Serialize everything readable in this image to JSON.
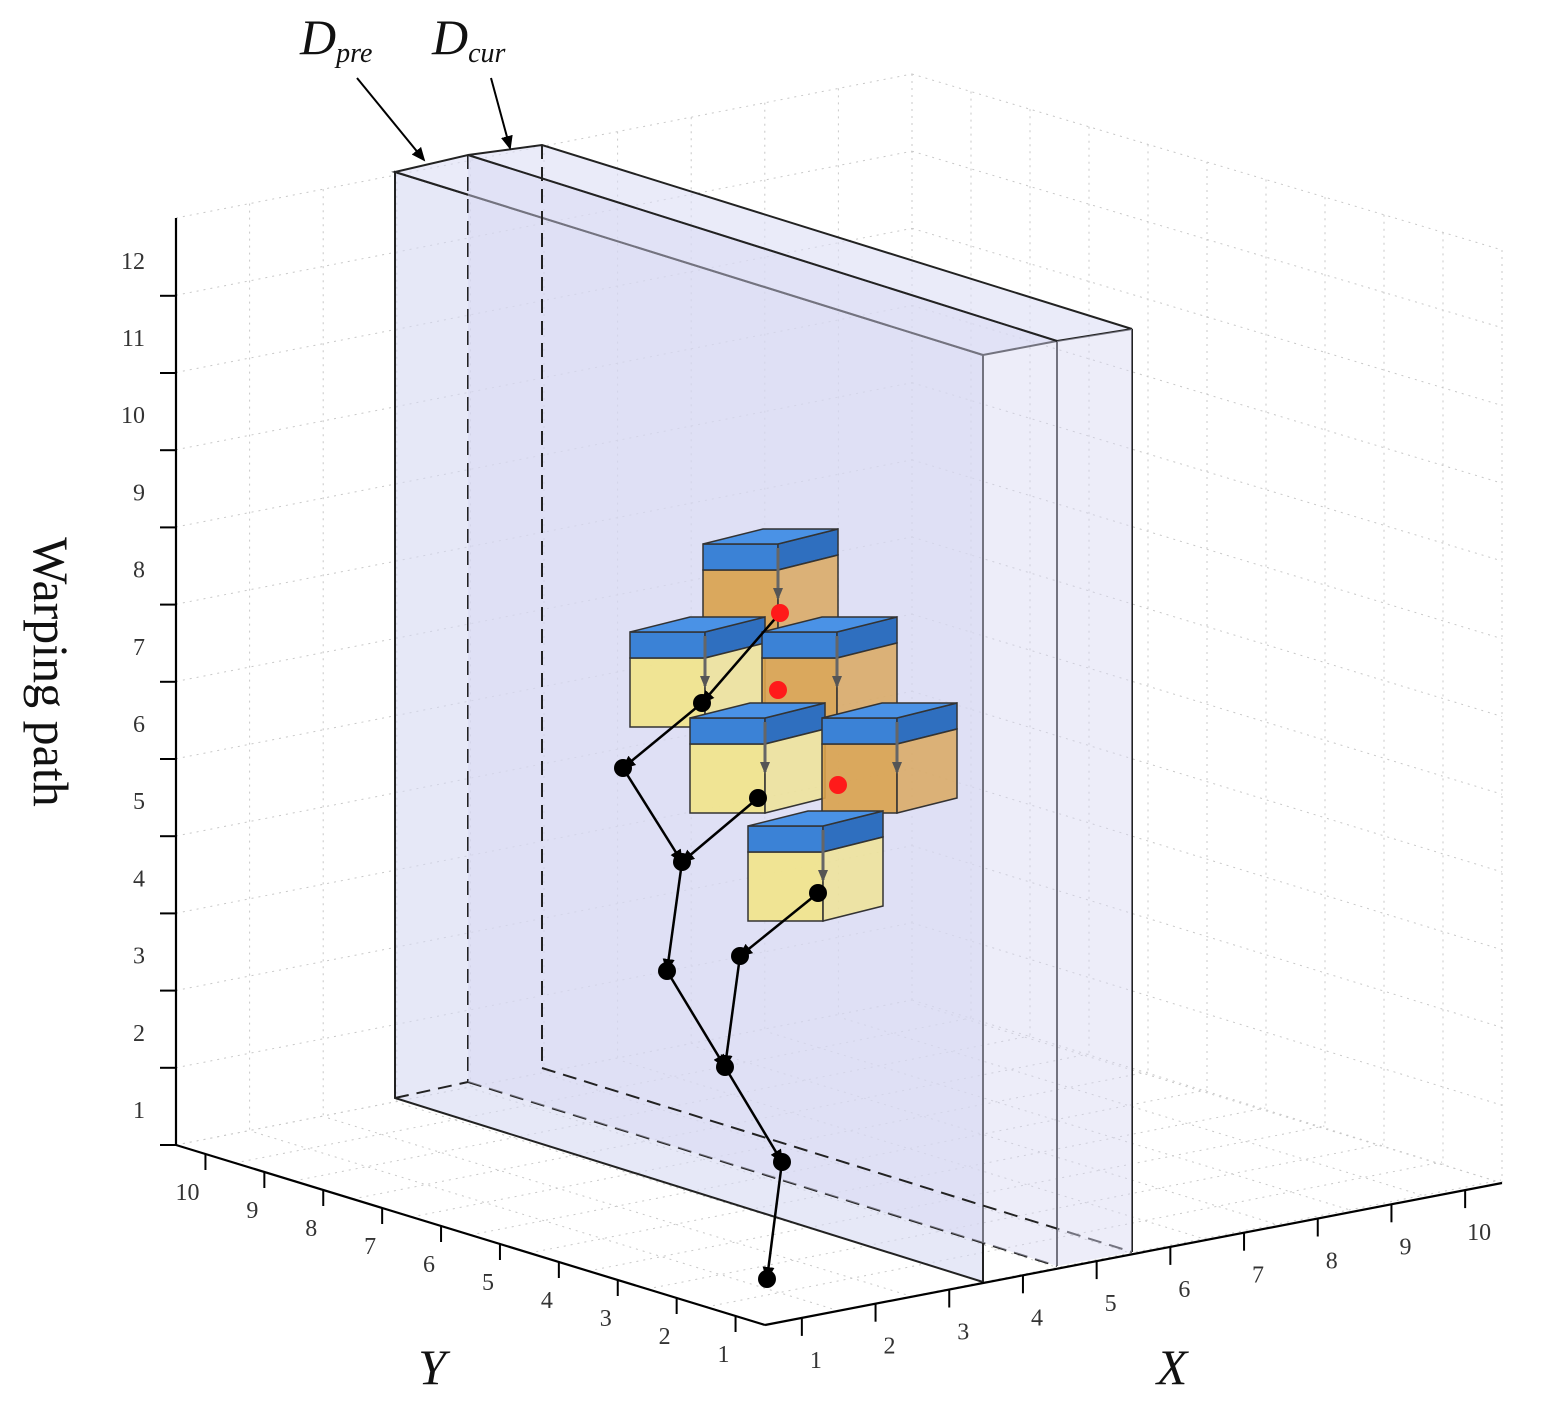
{
  "labels": {
    "d_pre_main": "D",
    "d_pre_sub": "pre",
    "d_cur_main": "D",
    "d_cur_sub": "cur",
    "z_axis": "Warping path",
    "x_axis": "X",
    "y_axis": "Y"
  },
  "z_ticks": [
    "1",
    "2",
    "3",
    "4",
    "5",
    "6",
    "7",
    "8",
    "9",
    "10",
    "11",
    "12"
  ],
  "y_ticks": [
    "10",
    "9",
    "8",
    "7",
    "6",
    "5",
    "4",
    "3",
    "2",
    "1"
  ],
  "x_ticks": [
    "1",
    "2",
    "3",
    "4",
    "5",
    "6",
    "7",
    "8",
    "9",
    "10"
  ],
  "colors": {
    "cube_top": "#3b82d6",
    "cube_low_yellow": "#f2e48a",
    "cube_low_orange": "#d9a24c",
    "plane_fill": "#d6d8f2",
    "path_node": "#000000",
    "highlight_node": "#ff1a1a"
  },
  "diagram": {
    "planes": [
      "D_pre",
      "D_cur"
    ],
    "path_nodes": 13,
    "highlighted_nodes": 3,
    "cubes": 6
  }
}
